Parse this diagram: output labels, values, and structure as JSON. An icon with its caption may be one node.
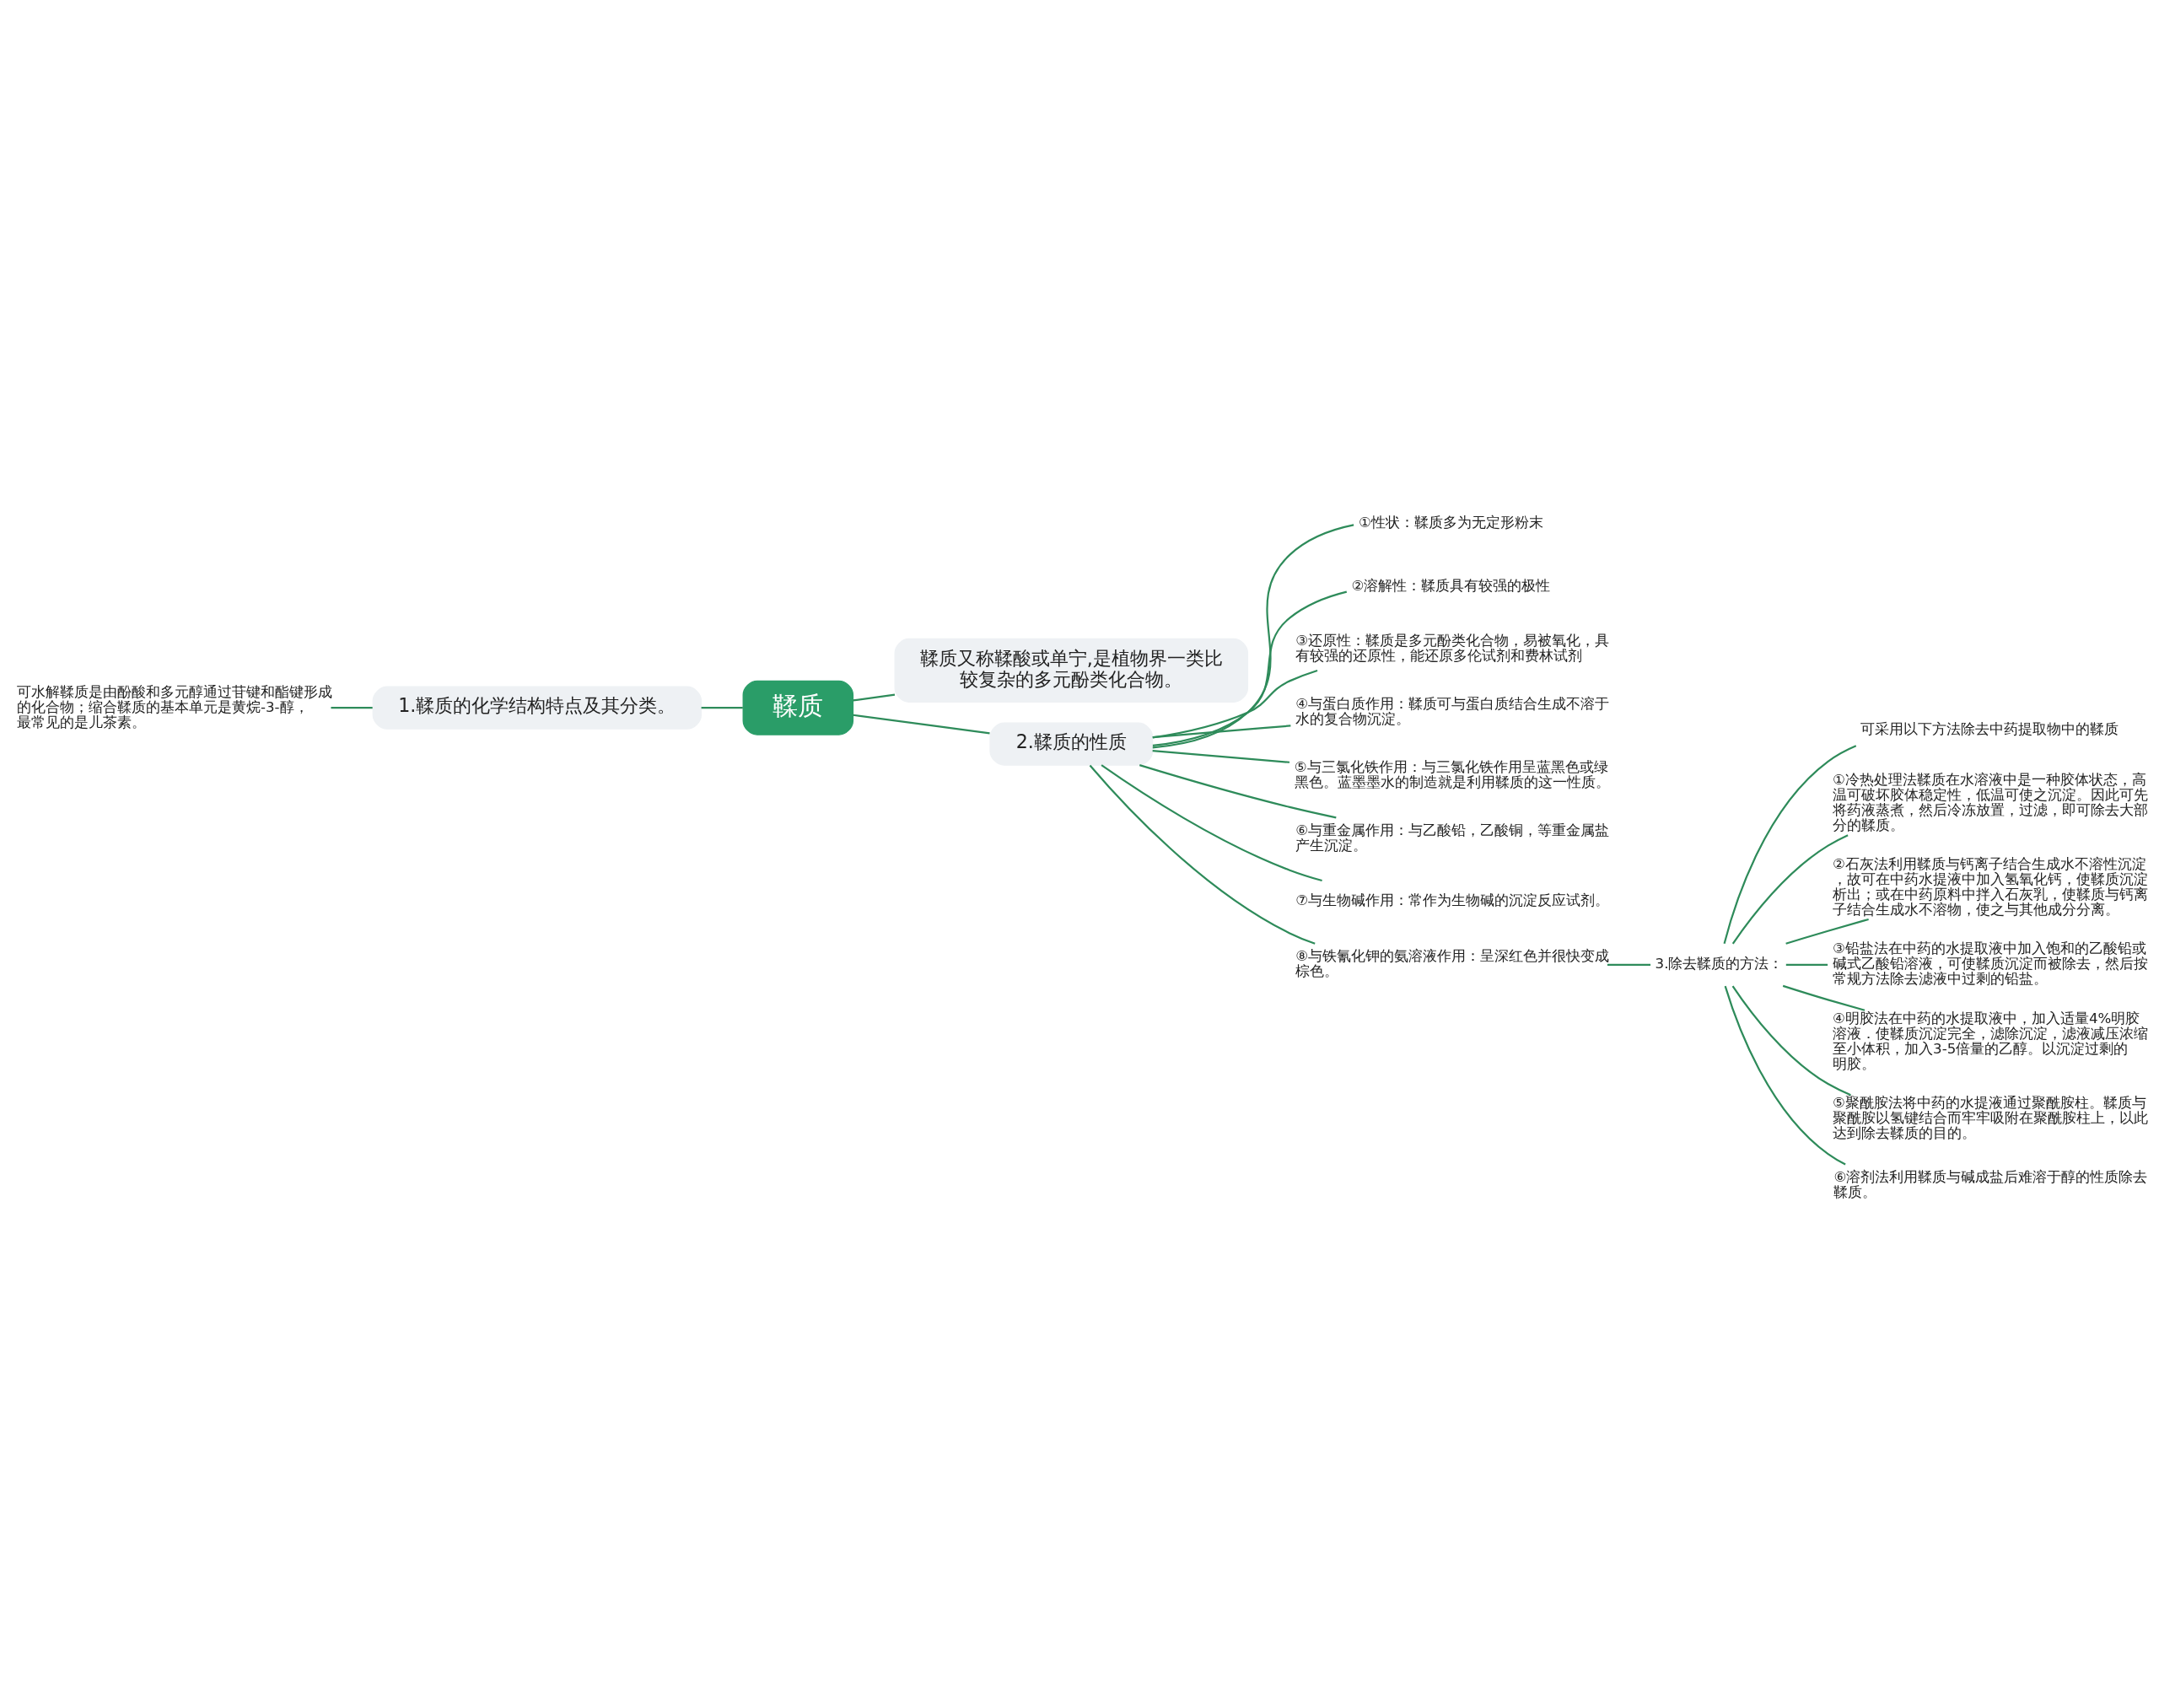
{
  "diagram": {
    "nodes": [
      {
        "text": [
          "鞣质"
        ]
      },
      {
        "text": [
          "鞣质又称鞣酸或单宁,是植物界一类比较复杂的多元酚类化合物。"
        ]
      },
      {
        "text": [
          "1.鞣质的化学结构特点及其分类。"
        ]
      },
      {
        "text": [
          "可水解鞣质是由酚酸和多元醇通过苷键和酯键形成的化合物；缩合鞣质的基本单元是黄烷-3-醇，最常见的是儿茶素。"
        ]
      },
      {
        "text": [
          "2.鞣质的性质"
        ]
      },
      {
        "text": [
          "①性状：鞣质多为无定形粉末"
        ]
      },
      {
        "text": [
          "②溶解性：鞣质具有较强的极性"
        ]
      },
      {
        "text": [
          "③还原性：鞣质是多元酚类化合物，易被氧化，具有较强的还原性，能还原多伦试剂和费林试剂"
        ]
      },
      {
        "text": [
          "④与蛋白质作用：鞣质可与蛋白质结合生成不溶于水的复合物沉淀。"
        ]
      },
      {
        "text": [
          "⑤与三氯化铁作用：与三氯化铁作用呈蓝黑色或绿黑色。蓝墨墨水的制造就是利用鞣质的这一性质。"
        ]
      },
      {
        "text": [
          "⑥与重金属作用：与乙酸铅，乙酸铜，等重金属盐产生沉淀。"
        ]
      },
      {
        "text": [
          "⑦与生物碱作用：常作为生物碱的沉淀反应试剂。"
        ]
      },
      {
        "text": [
          "⑧与铁氰化钾的氨溶液作用：呈深红色并很快变成棕色。"
        ]
      },
      {
        "text": [
          "3.除去鞣质的方法："
        ]
      },
      {
        "text": [
          "可采用以下方法除去中药提取物中的鞣质"
        ]
      },
      {
        "text": [
          "①冷热处理法鞣质在水溶液中是一种胶体状态，高温可破坏胶体稳定性，低温可使之沉淀。因此可先将药液蒸煮，然后冷冻放置，过滤，即可除去大部分的鞣质。"
        ]
      },
      {
        "text": [
          "②石灰法利用鞣质与钙离子结合生成水不溶性沉淀，故可在中药水提液中加入氢氧化钙，使鞣质沉淀析出；或在中药原料中拌入石灰乳，使鞣质与钙离子结合生成水不溶物，使之与其他成分分离。"
        ]
      },
      {
        "text": [
          "③铅盐法在中药的水提取液中加入饱和的乙酸铅或碱式乙酸铅溶液，可使鞣质沉淀而被除去，然后按常规方法除去滤液中过剩的铅盐。"
        ]
      },
      {
        "text": [
          "④明胶法在中药的水提取液中，加入适量4%明胶溶液．使鞣质沉淀完全，滤除沉淀，滤液减压浓缩至小体积，加入3-5倍量的乙醇。以沉淀过剩的明胶。"
        ]
      },
      {
        "text": [
          "⑤聚酰胺法将中药的水提液通过聚酰胺柱。鞣质与聚酰胺以氢键结合而牢牢吸附在聚酰胺柱上，以此达到除去鞣质的目的。"
        ]
      },
      {
        "text": [
          "⑥溶剂法利用鞣质与碱成盐后难溶于醇的性质除去鞣质。"
        ]
      }
    ],
    "edges": [
      {
        "from": 0,
        "to": 1,
        "arrow": "none"
      },
      {
        "from": 0,
        "to": 2,
        "arrow": "none"
      },
      {
        "from": 2,
        "to": 3,
        "arrow": "none"
      },
      {
        "from": 0,
        "to": 4,
        "arrow": "none"
      },
      {
        "from": 4,
        "to": 5,
        "arrow": "none"
      },
      {
        "from": 4,
        "to": 6,
        "arrow": "none"
      },
      {
        "from": 4,
        "to": 7,
        "arrow": "none"
      },
      {
        "from": 4,
        "to": 8,
        "arrow": "none"
      },
      {
        "from": 4,
        "to": 9,
        "arrow": "none"
      },
      {
        "from": 4,
        "to": 10,
        "arrow": "none"
      },
      {
        "from": 4,
        "to": 11,
        "arrow": "none"
      },
      {
        "from": 4,
        "to": 12,
        "arrow": "none"
      },
      {
        "from": 12,
        "to": 13,
        "arrow": "none"
      },
      {
        "from": 13,
        "to": 14,
        "arrow": "none"
      },
      {
        "from": 13,
        "to": 15,
        "arrow": "none"
      },
      {
        "from": 13,
        "to": 16,
        "arrow": "none"
      },
      {
        "from": 13,
        "to": 17,
        "arrow": "none"
      },
      {
        "from": 13,
        "to": 18,
        "arrow": "none"
      },
      {
        "from": 13,
        "to": 19,
        "arrow": "none"
      },
      {
        "from": 13,
        "to": 20,
        "arrow": "none"
      }
    ]
  }
}
